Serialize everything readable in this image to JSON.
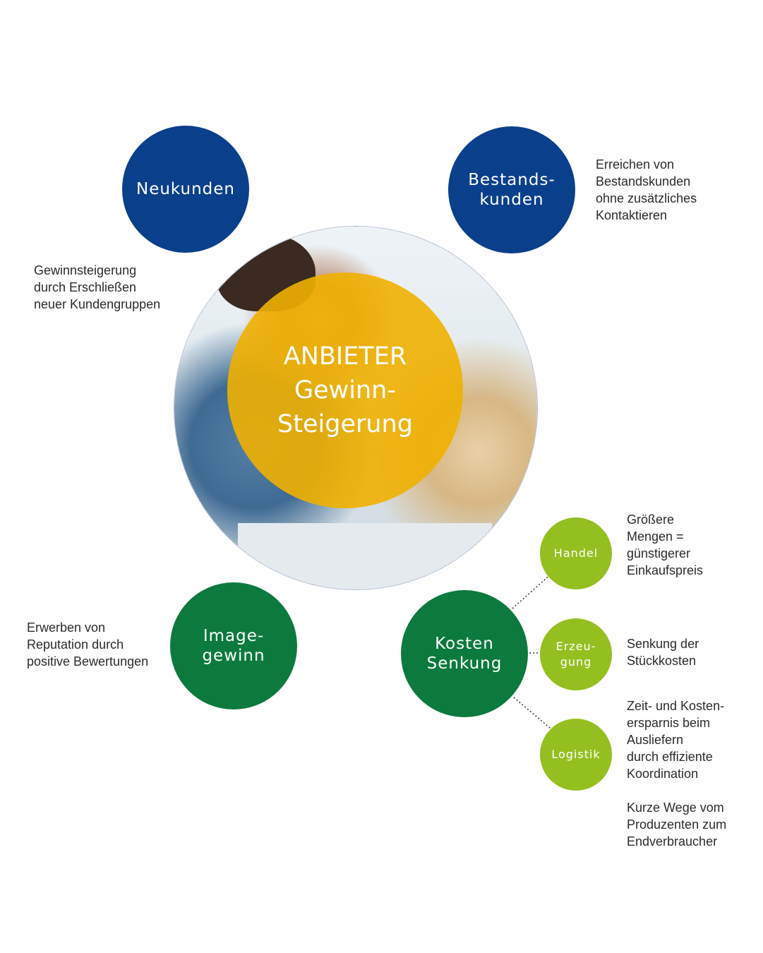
{
  "center": {
    "line1": "ANBIETER",
    "line2": "Gewinn-",
    "line3": "Steigerung"
  },
  "nodes": {
    "neukunden": {
      "label": "Neukunden",
      "color": "#0a3f8c"
    },
    "bestandskunden": {
      "line1": "Bestands-",
      "line2": "kunden",
      "color": "#0a3f8c"
    },
    "imagegewinn": {
      "line1": "Image-",
      "line2": "gewinn",
      "color": "#0b7a3c"
    },
    "kosten_senkung": {
      "line1": "Kosten",
      "line2": "Senkung",
      "color": "#0b7a3c"
    },
    "handel": {
      "label": "Handel",
      "color": "#93c01f"
    },
    "erzeugung": {
      "line1": "Erzeu-",
      "line2": "gung",
      "color": "#93c01f"
    },
    "logistik": {
      "label": "Logistik",
      "color": "#93c01f"
    }
  },
  "descriptions": {
    "neukunden": [
      "Gewinnsteigerung",
      "durch Erschließen",
      "neuer Kundengruppen"
    ],
    "bestandskunden": [
      "Erreichen von",
      "Bestandskunden",
      "ohne zusätzliches",
      "Kontaktieren"
    ],
    "imagegewinn": [
      "Erwerben von",
      "Reputation durch",
      "positive Bewertungen"
    ],
    "handel": [
      "Größere",
      "Mengen =",
      "günstigerer",
      "Einkaufspreis"
    ],
    "erzeugung": [
      "Senkung der",
      "Stückkosten"
    ],
    "logistik_1": [
      "Zeit- und Kosten-",
      "ersparnis beim",
      "Ausliefern",
      "durch effiziente",
      "Koordination"
    ],
    "logistik_2": [
      "Kurze Wege vom",
      "Produzenten zum",
      "Endverbraucher"
    ]
  }
}
